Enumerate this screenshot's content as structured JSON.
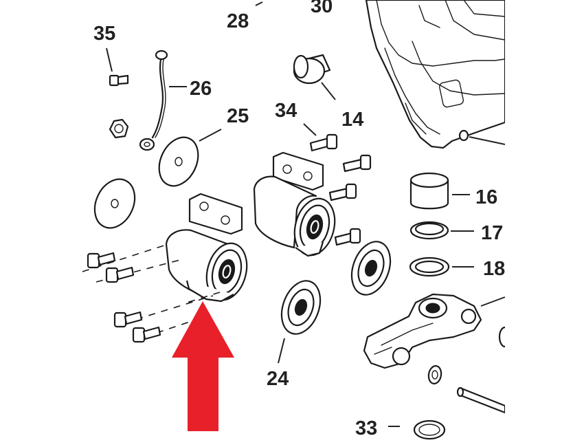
{
  "diagram": {
    "callouts": {
      "c28": "28",
      "c30": "30",
      "c35": "35",
      "c26": "26",
      "c25": "25",
      "c34": "34",
      "c14": "14",
      "c16": "16",
      "c17": "17",
      "c18": "18",
      "c24": "24",
      "c33": "33"
    },
    "colors": {
      "line": "#1a1a1a",
      "label": "#222222",
      "arrow": "#e8202a",
      "background": "#ffffff"
    },
    "icons": {
      "pointer": "red-up-arrow-icon"
    }
  }
}
